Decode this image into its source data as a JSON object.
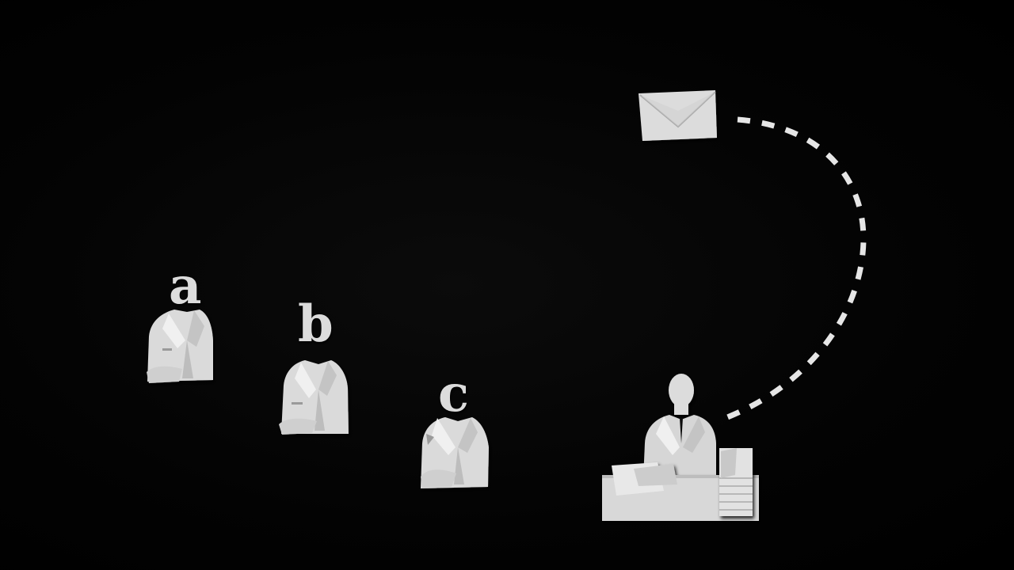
{
  "scene": {
    "labels": {
      "a": "a",
      "b": "b",
      "c": "c"
    },
    "colors": {
      "background": "#000000",
      "paper": "#dedede",
      "paper_shade": "#b9b9b9",
      "paper_dark": "#9a9a9a"
    },
    "icons": [
      "envelope-icon",
      "dashed-arc-path",
      "person-figure",
      "office-worker-figure",
      "desk-icon",
      "paper-stack-icon"
    ]
  }
}
